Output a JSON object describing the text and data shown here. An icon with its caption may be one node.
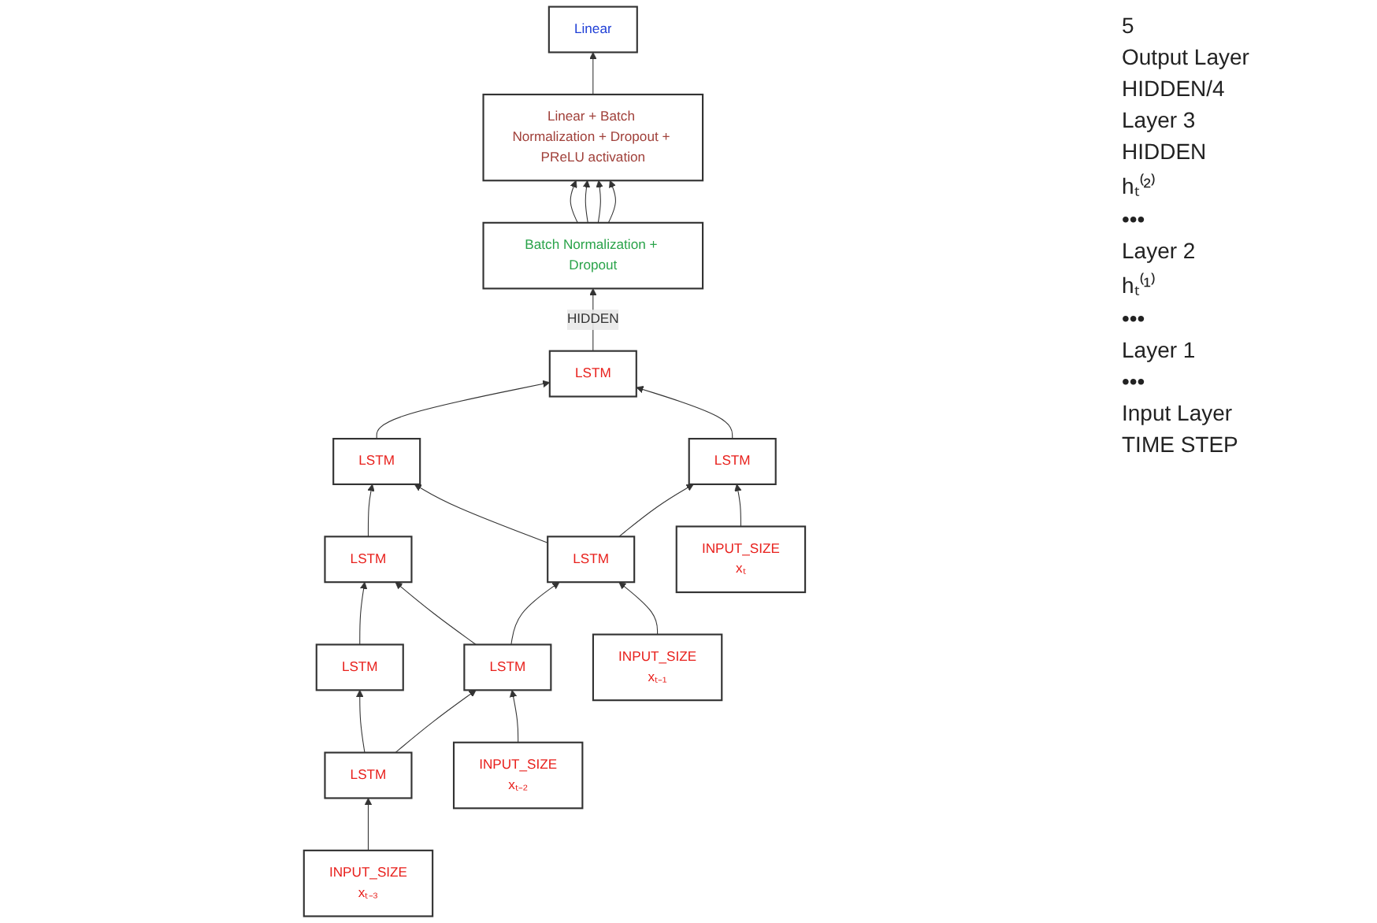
{
  "diagram": {
    "nodes": [
      {
        "text": [
          "Linear"
        ]
      },
      {
        "text": [
          "Linear + Batch Normalization + Dropout + PReLU activation"
        ]
      },
      {
        "text": [
          "Batch Normalization + Dropout"
        ]
      },
      {
        "text": [
          "LSTM"
        ]
      },
      {
        "text": [
          "LSTM"
        ]
      },
      {
        "text": [
          "LSTM"
        ]
      },
      {
        "text": [
          "LSTM"
        ]
      },
      {
        "text": [
          "LSTM"
        ]
      },
      {
        "text": [
          "LSTM"
        ]
      },
      {
        "text": [
          "LSTM"
        ]
      },
      {
        "text": [
          "LSTM"
        ]
      },
      {
        "text": [
          "INPUT_SIZE",
          "xₜ₋₃"
        ]
      },
      {
        "text": [
          "INPUT_SIZE",
          "xₜ₋₂"
        ]
      },
      {
        "text": [
          "INPUT_SIZE",
          "xₜ₋₁"
        ]
      },
      {
        "text": [
          "INPUT_SIZE",
          "xₜ"
        ]
      }
    ],
    "edges": [
      {
        "from": 1,
        "to": 0,
        "arrow": "to"
      },
      {
        "from": 2,
        "to": 1,
        "arrow": "to"
      },
      {
        "from": 2,
        "to": 1,
        "arrow": "to"
      },
      {
        "from": 2,
        "to": 1,
        "arrow": "to"
      },
      {
        "from": 2,
        "to": 1,
        "arrow": "to"
      },
      {
        "from": 6,
        "to": 2,
        "arrow": "to",
        "label": "HIDDEN"
      },
      {
        "from": 3,
        "to": 4,
        "arrow": "to"
      },
      {
        "from": 4,
        "to": 5,
        "arrow": "to"
      },
      {
        "from": 5,
        "to": 6,
        "arrow": "to"
      },
      {
        "from": 7,
        "to": 3,
        "arrow": "to"
      },
      {
        "from": 8,
        "to": 4,
        "arrow": "to"
      },
      {
        "from": 9,
        "to": 5,
        "arrow": "to"
      },
      {
        "from": 10,
        "to": 6,
        "arrow": "to"
      },
      {
        "from": 7,
        "to": 8,
        "arrow": "to"
      },
      {
        "from": 8,
        "to": 9,
        "arrow": "to"
      },
      {
        "from": 9,
        "to": 10,
        "arrow": "to"
      },
      {
        "from": 11,
        "to": 7,
        "arrow": "to"
      },
      {
        "from": 12,
        "to": 8,
        "arrow": "to"
      },
      {
        "from": 13,
        "to": 9,
        "arrow": "to"
      },
      {
        "from": 14,
        "to": 10,
        "arrow": "to"
      }
    ],
    "labels": [
      "5",
      "Output Layer",
      "HIDDEN/4",
      "Layer 3",
      "HIDDEN",
      "hₜ⁽²⁾",
      "•••",
      "Layer 2",
      "hₜ⁽¹⁾",
      "•••",
      "Layer 1",
      "•••",
      "Input Layer",
      "TIME STEP"
    ]
  }
}
